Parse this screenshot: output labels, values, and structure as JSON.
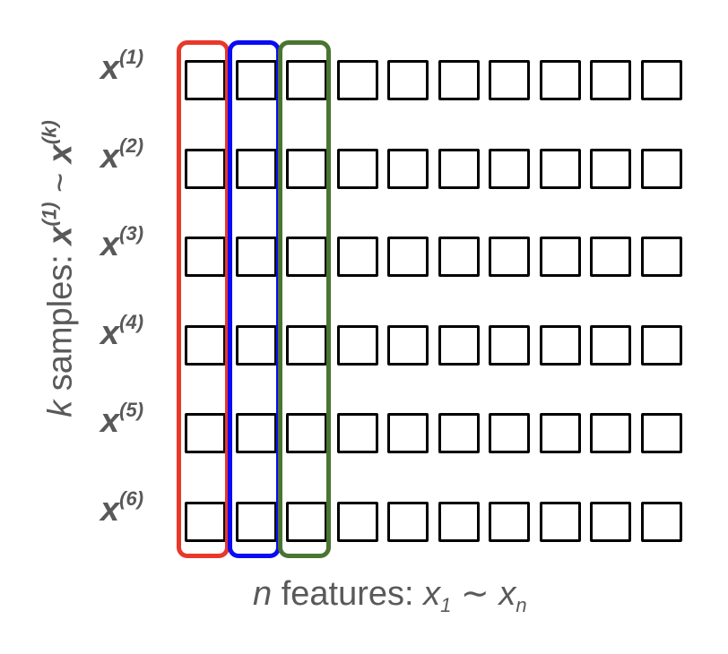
{
  "rows": [
    {
      "var": "x",
      "index": "(1)"
    },
    {
      "var": "x",
      "index": "(2)"
    },
    {
      "var": "x",
      "index": "(3)"
    },
    {
      "var": "x",
      "index": "(4)"
    },
    {
      "var": "x",
      "index": "(5)"
    },
    {
      "var": "x",
      "index": "(6)"
    }
  ],
  "num_features": 10,
  "highlighted_columns": [
    {
      "column": 1,
      "color": "#e8382a"
    },
    {
      "column": 2,
      "color": "#0a0af5"
    },
    {
      "column": 3,
      "color": "#4a7530"
    }
  ],
  "y_axis": {
    "k": "k",
    "text": " samples: ",
    "start_var": "x",
    "start_index": "(1)",
    "tilde": " ~ ",
    "end_var": "x",
    "end_index": "(k)"
  },
  "x_axis": {
    "n": "n",
    "text": " features: ",
    "start_var": "x",
    "start_sub": "1",
    "tilde": " ∼ ",
    "end_var": "x",
    "end_sub": "n"
  }
}
